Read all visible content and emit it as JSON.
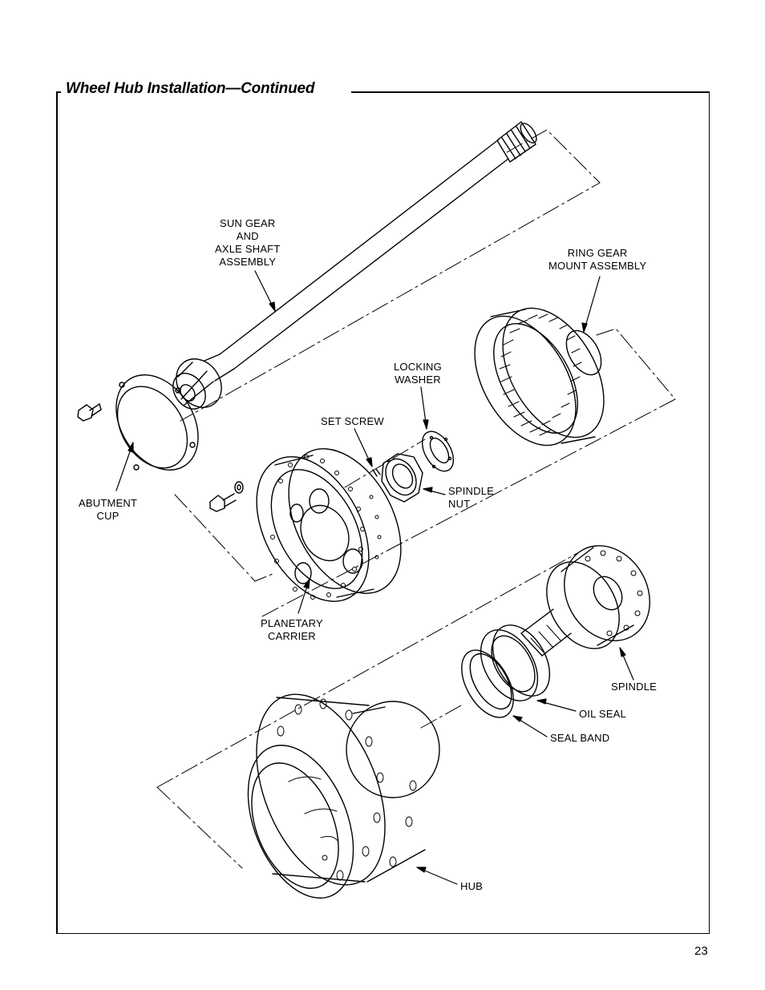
{
  "header": {
    "title": "Wheel Hub Installation—Continued"
  },
  "labels": {
    "sun_gear": "SUN GEAR\nAND\nAXLE SHAFT\nASSEMBLY",
    "ring_gear": "RING GEAR\nMOUNT ASSEMBLY",
    "locking_washer": "LOCKING\nWASHER",
    "set_screw": "SET SCREW",
    "abutment_cup": "ABUTMENT\nCUP",
    "spindle_nut": "SPINDLE\nNUT",
    "planetary_carrier": "PLANETARY\nCARRIER",
    "spindle": "SPINDLE",
    "oil_seal": "OIL SEAL",
    "seal_band": "SEAL BAND",
    "hub": "HUB"
  },
  "footer": {
    "page_number": "23"
  }
}
